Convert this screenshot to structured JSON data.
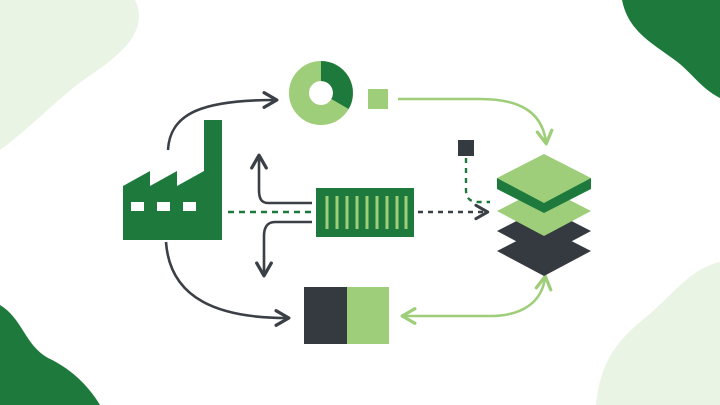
{
  "palette": {
    "dark_green": "#1e7a3c",
    "light_green": "#9fce7a",
    "pale_green": "#e9f4e4",
    "charcoal": "#343a40",
    "line_dark": "#3b4046"
  },
  "nodes": [
    {
      "id": "factory",
      "icon": "factory-icon"
    },
    {
      "id": "donut_chart",
      "icon": "donut-chart-icon"
    },
    {
      "id": "small_square",
      "icon": "square-icon"
    },
    {
      "id": "container",
      "icon": "shipping-container-icon"
    },
    {
      "id": "data_stack",
      "icon": "layered-stack-icon"
    },
    {
      "id": "split_block",
      "icon": "split-block-icon"
    },
    {
      "id": "small_dark_square",
      "icon": "square-icon"
    }
  ],
  "edges": [
    {
      "from": "factory",
      "to": "donut_chart",
      "style": "solid",
      "color": "dark"
    },
    {
      "from": "factory",
      "to": "split_block",
      "style": "solid",
      "color": "dark"
    },
    {
      "from": "factory",
      "to": "container",
      "style": "dashed",
      "color": "green"
    },
    {
      "from": "container",
      "to": "data_stack",
      "style": "dashed",
      "color": "dark"
    },
    {
      "from": "small_dark_square",
      "to": "data_stack",
      "style": "dashed",
      "color": "green"
    },
    {
      "from": "small_square",
      "to": "data_stack",
      "style": "solid",
      "color": "light-green"
    },
    {
      "from": "data_stack",
      "to": "split_block",
      "style": "solid",
      "color": "light-green",
      "bidirectional": true
    },
    {
      "from": "container",
      "to": "up",
      "style": "solid",
      "color": "dark"
    },
    {
      "from": "container",
      "to": "down",
      "style": "solid",
      "color": "dark"
    }
  ]
}
